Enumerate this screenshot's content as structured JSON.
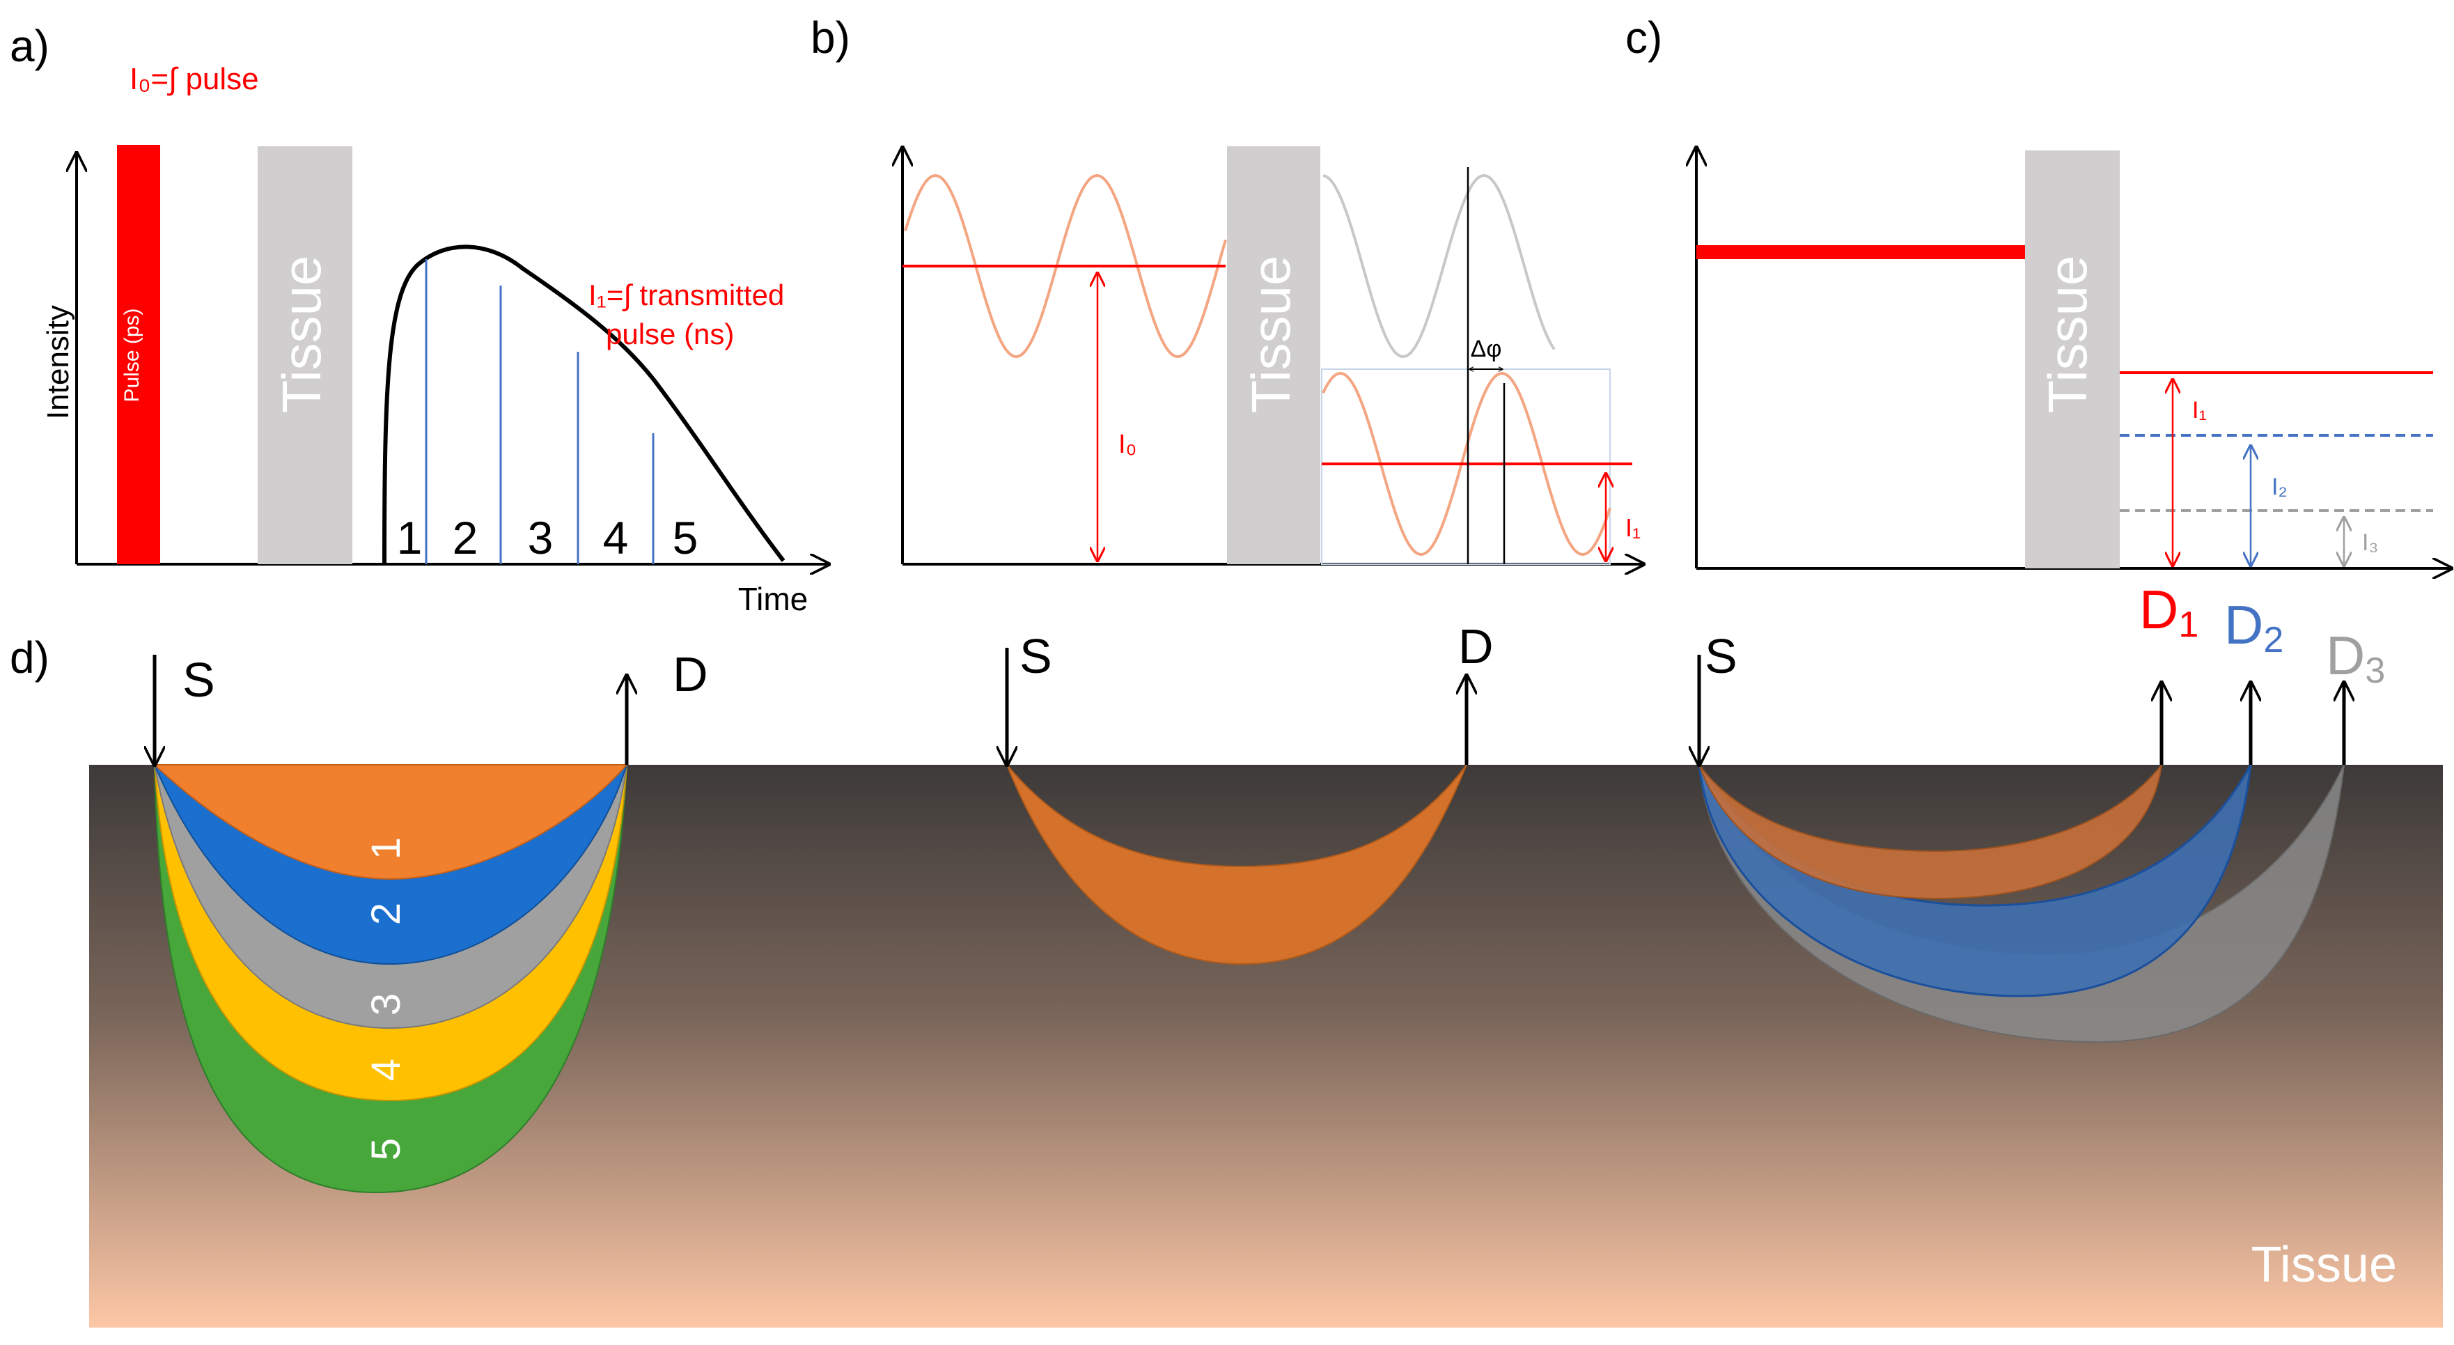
{
  "panel_labels": {
    "a": "a)",
    "b": "b)",
    "c": "c)",
    "d": "d)"
  },
  "colors": {
    "pulse_red": "#ff0000",
    "tissue_gray": "#d0cece",
    "sine_orange": "#f4a582",
    "sine_gray": "#c8c8c8",
    "blue": "#4472c4",
    "band_orange": "#f07f2e",
    "band_blue": "#1a6fcf",
    "band_gray": "#a0a0a0",
    "band_yellow": "#ffc000",
    "band_green": "#47a73a",
    "tissue_top": "#3d3a39",
    "tissue_bottom": "#fdc7a6"
  },
  "panel_a": {
    "i0_label": "I₀=∫ pulse",
    "pulse_label": "Pulse (ps)",
    "tissue_label": "Tissue",
    "y_axis": "Intensity",
    "x_axis": "Time",
    "i1_label_line1": "I₁=∫ transmitted",
    "i1_label_line2": "pulse (ns)",
    "gates": [
      "1",
      "2",
      "3",
      "4",
      "5"
    ]
  },
  "panel_b": {
    "tissue_label": "Tissue",
    "i0_label": "I₀",
    "i1_label": "I₁",
    "phase_label": "Δφ"
  },
  "panel_c": {
    "tissue_label": "Tissue",
    "levels": [
      {
        "label": "I₁",
        "color": "#ff0000"
      },
      {
        "label": "I₂",
        "color": "#4472c4"
      },
      {
        "label": "I₃",
        "color": "#a0a0a0"
      }
    ],
    "detectors": [
      {
        "label": "D",
        "sub": "1",
        "color": "#ff0000"
      },
      {
        "label": "D",
        "sub": "2",
        "color": "#4472c4"
      },
      {
        "label": "D",
        "sub": "3",
        "color": "#a0a0a0"
      }
    ]
  },
  "panel_d": {
    "source_label": "S",
    "detector_label": "D",
    "bands": [
      "1",
      "2",
      "3",
      "4",
      "5"
    ],
    "tissue_label": "Tissue"
  }
}
